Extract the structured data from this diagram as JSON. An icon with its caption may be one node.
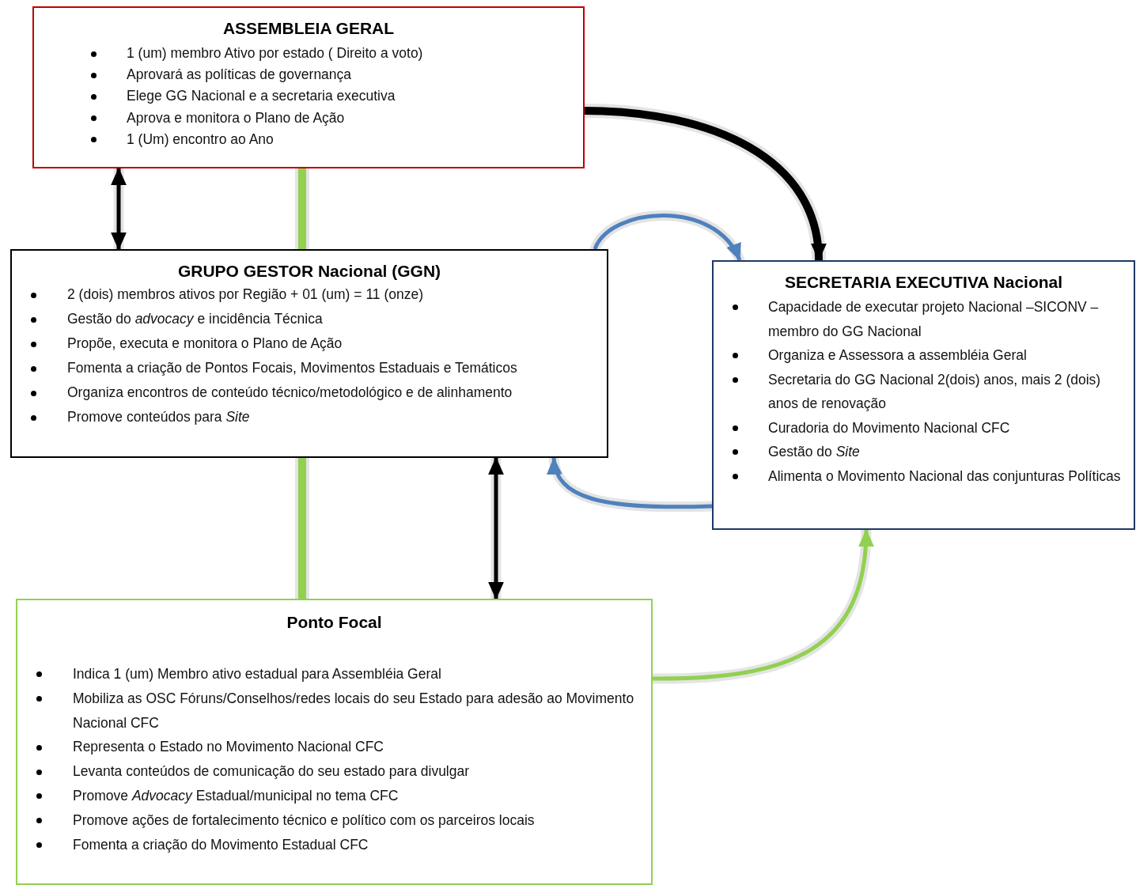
{
  "diagram": {
    "nodes": [
      {
        "text": [
          "ASSEMBLEIA GERAL",
          "1 (um) membro Ativo por estado  ( Direito a voto)",
          "Aprovará as políticas de governança",
          "Elege GG Nacional  e a secretaria executiva",
          "Aprova e monitora o Plano de Ação",
          "1 (Um) encontro ao Ano"
        ]
      },
      {
        "text": [
          "GRUPO GESTOR Nacional (GGN)",
          "2 (dois) membros ativos por Região + 01 (um)  = 11 (onze)",
          "Gestão do *advocacy* e incidência Técnica",
          "Propõe, executa e monitora o Plano de Ação",
          "Fomenta a criação de Pontos Focais, Movimentos Estaduais e Temáticos",
          "Organiza encontros de conteúdo técnico/metodológico e de alinhamento",
          "Promove conteúdos para *Site*"
        ]
      },
      {
        "text": [
          "SECRETARIA EXECUTIVA Nacional",
          "Capacidade de executar projeto Nacional –SICONV – membro do GG Nacional",
          "Organiza e Assessora a assembléia Geral",
          "Secretaria do GG Nacional 2(dois) anos, mais 2 (dois) anos de renovação",
          "Curadoria do Movimento Nacional CFC",
          "Gestão do *Site*",
          "Alimenta o Movimento Nacional das conjunturas Políticas"
        ]
      },
      {
        "text": [
          "Ponto Focal",
          "Indica 1 (um) Membro ativo estadual para Assembléia Geral",
          "Mobiliza as OSC Fóruns/Conselhos/redes locais do seu Estado para adesão ao Movimento Nacional CFC",
          "Representa o Estado no Movimento Nacional CFC",
          "Levanta conteúdos de comunicação do seu estado para divulgar",
          "Promove *Advocacy* Estadual/municipal no tema CFC",
          "Promove ações de fortalecimento técnico e político com os parceiros locais",
          "Fomenta a criação do Movimento Estadual CFC"
        ]
      }
    ],
    "edges": [
      {
        "from": 0,
        "to": 2,
        "arrow": "to",
        "style": "thick"
      },
      {
        "from": 1,
        "to": 2,
        "arrow": "to",
        "color": "#4f81bd"
      },
      {
        "from": 2,
        "to": 1,
        "arrow": "to",
        "color": "#4f81bd"
      },
      {
        "from": 3,
        "to": 2,
        "arrow": "to",
        "color": "#92d050"
      },
      {
        "from": 0,
        "to": 1,
        "arrow": "both"
      },
      {
        "from": 1,
        "to": 3,
        "arrow": "both"
      },
      {
        "from": 0,
        "to": 1,
        "arrow": "none",
        "style": "thick",
        "color": "#92d050"
      },
      {
        "from": 1,
        "to": 3,
        "arrow": "none",
        "style": "thick",
        "color": "#92d050"
      }
    ]
  }
}
